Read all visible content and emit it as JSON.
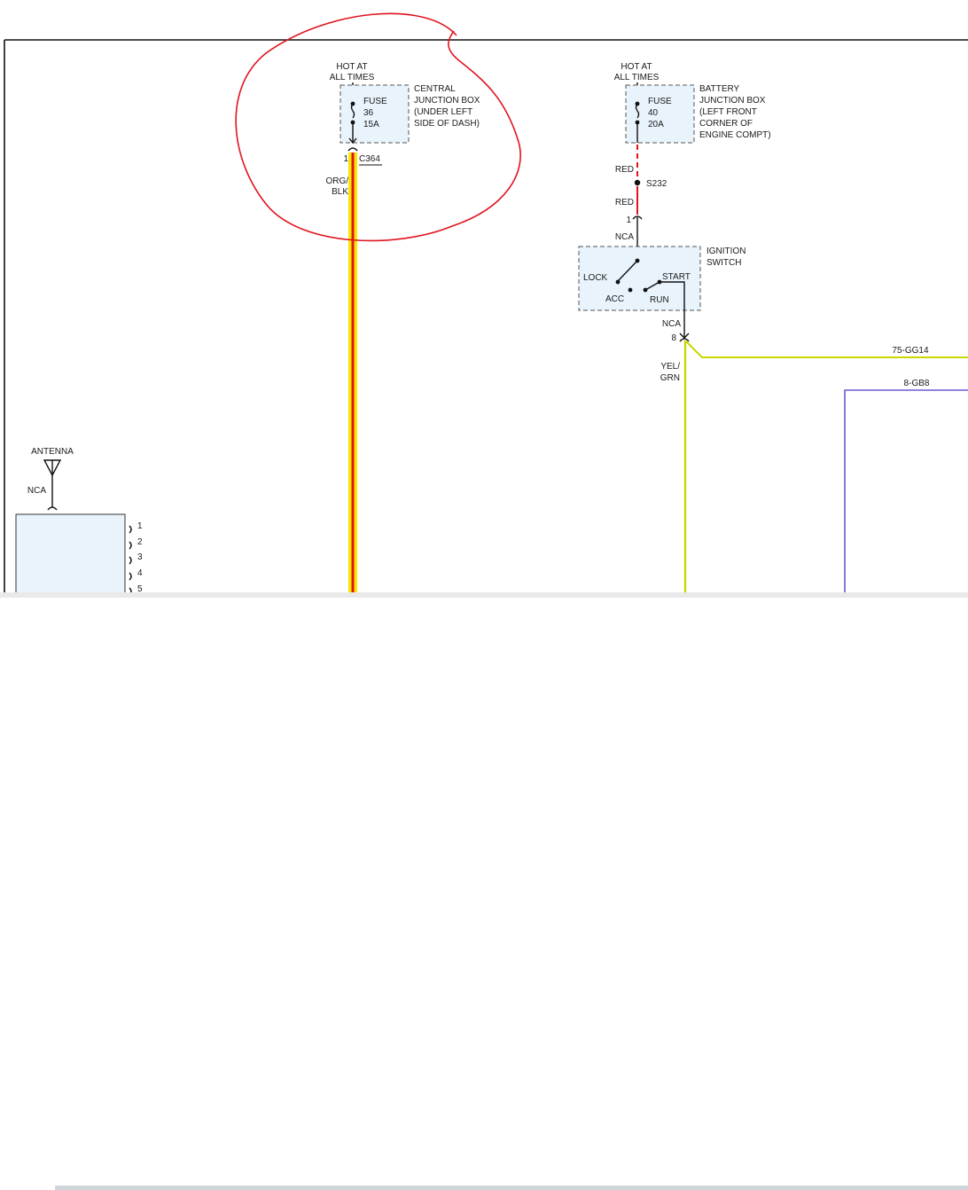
{
  "fuse_box_1": {
    "hot_line1": "HOT AT",
    "hot_line2": "ALL TIMES",
    "fuse_label": "FUSE",
    "fuse_number": "36",
    "fuse_rating": "15A",
    "junction_line1": "CENTRAL",
    "junction_line2": "JUNCTION BOX",
    "junction_line3": "(UNDER LEFT",
    "junction_line4": "SIDE OF DASH)",
    "pin": "1",
    "connector": "C364",
    "wire_color_line1": "ORG/",
    "wire_color_line2": "BLK"
  },
  "fuse_box_2": {
    "hot_line1": "HOT AT",
    "hot_line2": "ALL TIMES",
    "fuse_label": "FUSE",
    "fuse_number": "40",
    "fuse_rating": "20A",
    "junction_line1": "BATTERY",
    "junction_line2": "JUNCTION BOX",
    "junction_line3": "(LEFT FRONT",
    "junction_line4": "CORNER OF",
    "junction_line5": "ENGINE COMPT)",
    "wire_top": "RED",
    "splice": "S232",
    "wire_bottom": "RED"
  },
  "ignition_switch": {
    "pin_in": "1",
    "nca_in": "NCA",
    "label_line1": "IGNITION",
    "label_line2": "SWITCH",
    "pos_lock": "LOCK",
    "pos_acc": "ACC",
    "pos_run": "RUN",
    "pos_start": "START",
    "nca_out": "NCA",
    "pin_out": "8",
    "wire_color_line1": "YEL/",
    "wire_color_line2": "GRN"
  },
  "right_refs": {
    "ref1": "75-GG14",
    "ref2": "8-GB8"
  },
  "antenna": {
    "label": "ANTENNA",
    "nca": "NCA",
    "pins": [
      "1",
      "2",
      "3",
      "4",
      "5"
    ]
  },
  "colors": {
    "annotation_red": "#e0141e",
    "wire_yellow": "#f7e600",
    "wire_red": "#e0141e",
    "wire_yellow_green": "#c8d800",
    "wire_purple": "#6a5acd",
    "box_fill": "#e8f3fb"
  }
}
